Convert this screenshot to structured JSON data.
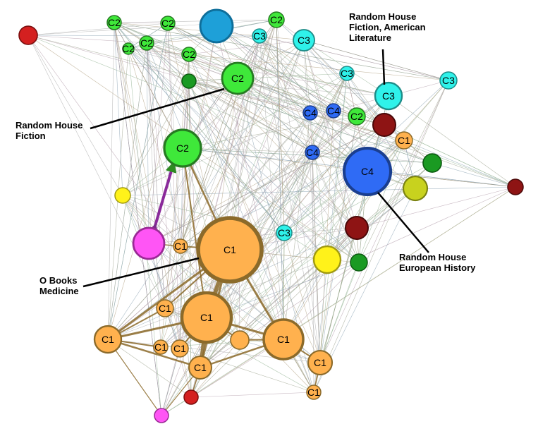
{
  "colors": {
    "C1": "#FFB14E",
    "C1_stroke": "#8B6A2A",
    "C2": "#3FE83A",
    "C2_stroke": "#267A22",
    "C3": "#2FF2EA",
    "C3_stroke": "#1E8C88",
    "C4": "#2F6BF5",
    "C4_stroke": "#1A3E8F",
    "blue": "#1EA0D8",
    "red": "#D42020",
    "darkred": "#8E1414",
    "darkgreen": "#1A9A22",
    "magenta": "#FF55F5",
    "yellow": "#FFF21A",
    "olive": "#C8D21E",
    "edge": "#9A9A8A"
  },
  "nodes": [
    {
      "id": "n1",
      "label": "C2",
      "cluster": "C2"
    },
    {
      "id": "n2",
      "label": "C2",
      "cluster": "C2"
    },
    {
      "id": "n3",
      "label": "",
      "cluster": "blue"
    },
    {
      "id": "n4",
      "label": "C2",
      "cluster": "C2"
    },
    {
      "id": "n5",
      "label": "C3",
      "cluster": "C3"
    },
    {
      "id": "n6",
      "label": "C3",
      "cluster": "C3"
    },
    {
      "id": "n7",
      "label": "C2",
      "cluster": "C2"
    },
    {
      "id": "n8",
      "label": "C2",
      "cluster": "C2"
    },
    {
      "id": "n9",
      "label": "C2",
      "cluster": "C2"
    },
    {
      "id": "n10",
      "label": "",
      "cluster": "red"
    },
    {
      "id": "n11",
      "label": "",
      "cluster": "darkgreen"
    },
    {
      "id": "n12",
      "label": "C2",
      "cluster": "C2"
    },
    {
      "id": "n13",
      "label": "C3",
      "cluster": "C3"
    },
    {
      "id": "n14",
      "label": "C3",
      "cluster": "C3"
    },
    {
      "id": "n15",
      "label": "C3",
      "cluster": "C3"
    },
    {
      "id": "n16",
      "label": "C4",
      "cluster": "C4"
    },
    {
      "id": "n17",
      "label": "C4",
      "cluster": "C4"
    },
    {
      "id": "n18",
      "label": "C2",
      "cluster": "C2"
    },
    {
      "id": "n19",
      "label": "",
      "cluster": "darkred"
    },
    {
      "id": "n20",
      "label": "C1",
      "cluster": "C1"
    },
    {
      "id": "n21",
      "label": "C2",
      "cluster": "C2"
    },
    {
      "id": "n22",
      "label": "C4",
      "cluster": "C4"
    },
    {
      "id": "n23",
      "label": "C4",
      "cluster": "C4"
    },
    {
      "id": "n24",
      "label": "",
      "cluster": "darkgreen"
    },
    {
      "id": "n25",
      "label": "",
      "cluster": "olive"
    },
    {
      "id": "n26",
      "label": "",
      "cluster": "darkred"
    },
    {
      "id": "n27",
      "label": "",
      "cluster": "yellow"
    },
    {
      "id": "n28",
      "label": "",
      "cluster": "magenta"
    },
    {
      "id": "n29",
      "label": "C1",
      "cluster": "C1"
    },
    {
      "id": "n30",
      "label": "C1",
      "cluster": "C1"
    },
    {
      "id": "n31",
      "label": "C3",
      "cluster": "C3"
    },
    {
      "id": "n32",
      "label": "",
      "cluster": "darkred"
    },
    {
      "id": "n33",
      "label": "",
      "cluster": "yellow"
    },
    {
      "id": "n34",
      "label": "",
      "cluster": "darkgreen"
    },
    {
      "id": "n35",
      "label": "C1",
      "cluster": "C1"
    },
    {
      "id": "n36",
      "label": "C1",
      "cluster": "C1"
    },
    {
      "id": "n37",
      "label": "C1",
      "cluster": "C1"
    },
    {
      "id": "n38",
      "label": "C1",
      "cluster": "C1"
    },
    {
      "id": "n39",
      "label": "C1",
      "cluster": "C1"
    },
    {
      "id": "n40",
      "label": "",
      "cluster": "C1"
    },
    {
      "id": "n41",
      "label": "C1",
      "cluster": "C1"
    },
    {
      "id": "n42",
      "label": "C1",
      "cluster": "C1"
    },
    {
      "id": "n43",
      "label": "C1",
      "cluster": "C1"
    },
    {
      "id": "n44",
      "label": "C1",
      "cluster": "C1"
    },
    {
      "id": "n45",
      "label": "",
      "cluster": "red"
    },
    {
      "id": "n46",
      "label": "",
      "cluster": "magenta"
    },
    {
      "id": "n47",
      "label": "",
      "cluster": "red"
    }
  ],
  "annotations": [
    {
      "id": "a1",
      "lines": [
        "Random House",
        "Fiction, American",
        "Literature"
      ]
    },
    {
      "id": "a2",
      "lines": [
        "Random House",
        "Fiction"
      ]
    },
    {
      "id": "a3",
      "lines": [
        "Random House",
        "European History"
      ]
    },
    {
      "id": "a4",
      "lines": [
        "O Books",
        "Medicine"
      ]
    }
  ]
}
